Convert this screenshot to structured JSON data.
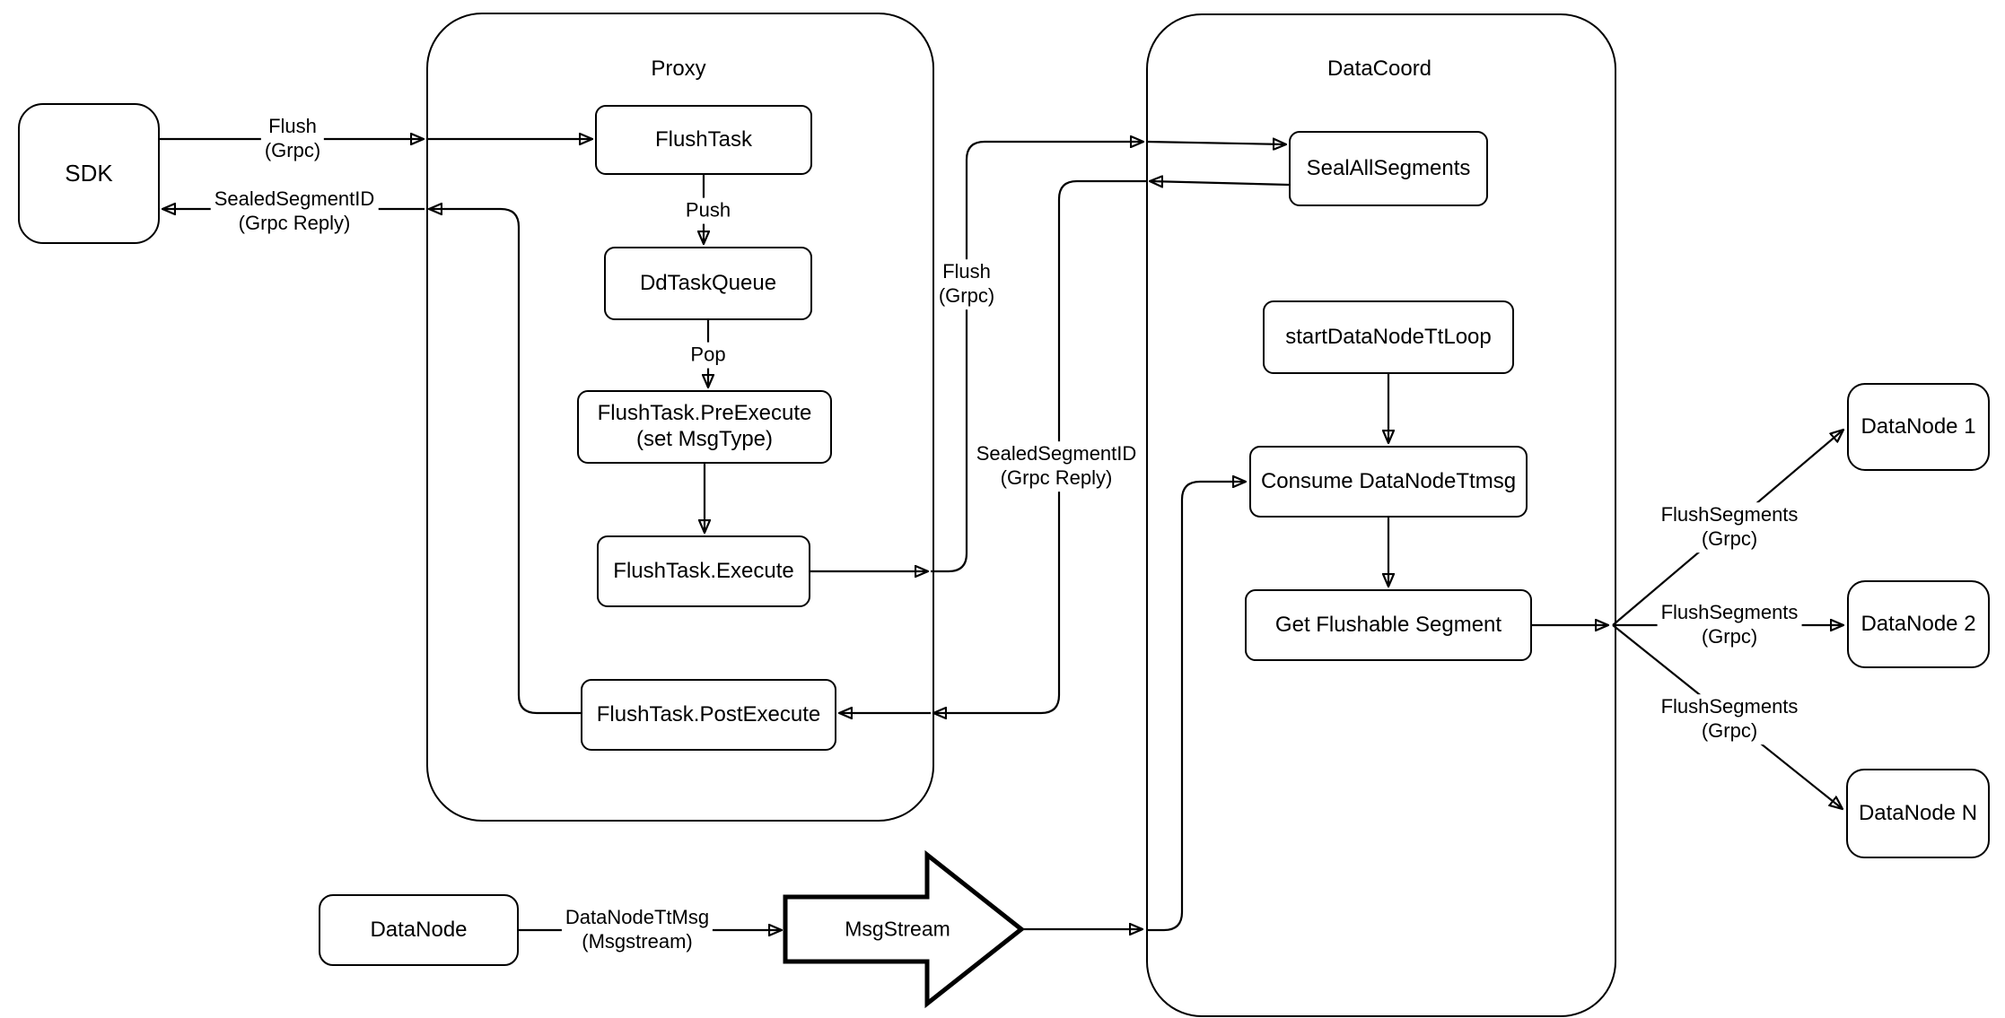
{
  "diagram": {
    "colors": {
      "stroke": "#000000",
      "fill": "#ffffff",
      "background": "#ffffff"
    },
    "containers": {
      "proxy": {
        "title": "Proxy"
      },
      "datacoord": {
        "title": "DataCoord"
      }
    },
    "nodes": {
      "sdk": {
        "label": "SDK"
      },
      "flush_task": {
        "label": "FlushTask"
      },
      "dd_task_queue": {
        "label": "DdTaskQueue"
      },
      "pre_execute": {
        "line1": "FlushTask.PreExecute",
        "line2": "(set MsgType)"
      },
      "execute": {
        "label": "FlushTask.Execute"
      },
      "post_execute": {
        "label": "FlushTask.PostExecute"
      },
      "seal_all_segments": {
        "label": "SealAllSegments"
      },
      "start_datanode_tt_loop": {
        "label": "startDataNodeTtLoop"
      },
      "consume_datanode_ttmsg": {
        "label": "Consume DataNodeTtmsg"
      },
      "get_flushable_segment": {
        "label": "Get Flushable Segment"
      },
      "datanode_1": {
        "label": "DataNode 1"
      },
      "datanode_2": {
        "label": "DataNode 2"
      },
      "datanode_n": {
        "label": "DataNode N"
      },
      "datanode_source": {
        "label": "DataNode"
      },
      "msgstream": {
        "label": "MsgStream"
      }
    },
    "edge_labels": {
      "flush_sdk": {
        "line1": "Flush",
        "line2": "(Grpc)"
      },
      "sealed_sdk": {
        "line1": "SealedSegmentID",
        "line2": "(Grpc Reply)"
      },
      "push": {
        "label": "Push"
      },
      "pop": {
        "label": "Pop"
      },
      "flush_mid": {
        "line1": "Flush",
        "line2": "(Grpc)"
      },
      "sealed_mid": {
        "line1": "SealedSegmentID",
        "line2": "(Grpc Reply)"
      },
      "flush_segments_1": {
        "line1": "FlushSegments",
        "line2": "(Grpc)"
      },
      "flush_segments_2": {
        "line1": "FlushSegments",
        "line2": "(Grpc)"
      },
      "flush_segments_3": {
        "line1": "FlushSegments",
        "line2": "(Grpc)"
      },
      "datanode_ttmsg": {
        "line1": "DataNodeTtMsg",
        "line2": "(Msgstream)"
      }
    }
  }
}
